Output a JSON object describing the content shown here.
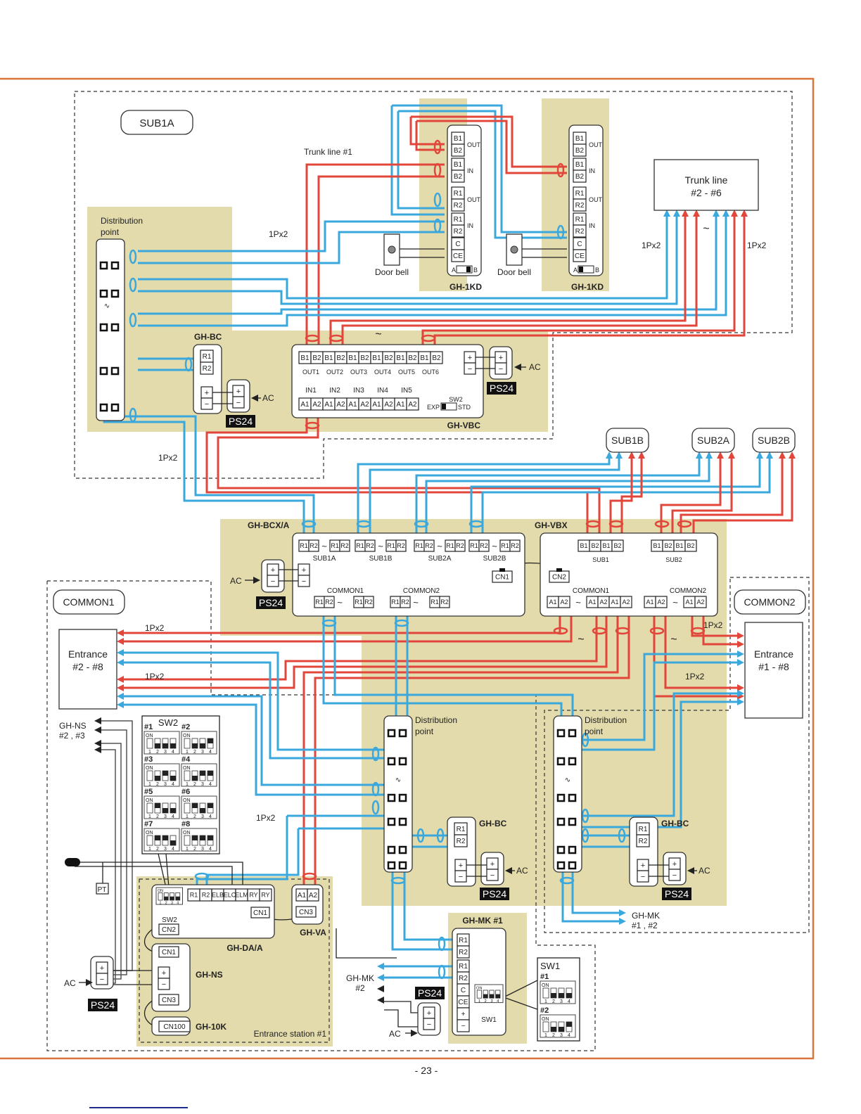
{
  "page": {
    "number_label": "- 23 -",
    "frame_color": "#d9743a"
  },
  "colors": {
    "blue_wire": "#3aa8dc",
    "red_wire": "#e2463a",
    "zone": "#e3dbac"
  },
  "zones": {
    "sub1a": "SUB1A",
    "common1": "COMMON1",
    "common2": "COMMON2",
    "sub1b": "SUB1B",
    "sub2a": "SUB2A",
    "sub2b": "SUB2B"
  },
  "labels": {
    "trunk1": "Trunk line #1",
    "trunk_box_line1": "Trunk line",
    "trunk_box_line2": "#2 - #6",
    "pair": "1Px2",
    "dist_point_1": "Distribution",
    "dist_point_2": "point",
    "door_bell": "Door bell",
    "ac": "AC",
    "ps24": "PS24",
    "tilde": "~",
    "entrance_left_1": "Entrance",
    "entrance_left_2": "#2 - #8",
    "entrance_right_1": "Entrance",
    "entrance_right_2": "#1 - #8",
    "ghns_out_1": "GH-NS",
    "ghns_out_2": "#2 , #3",
    "ghmk_out_1": "GH-MK",
    "ghmk_out_2": "#1 , #2",
    "ghmk2_1": "GH-MK",
    "ghmk2_2": "#2",
    "pt": "PT",
    "entrance_station": "Entrance station #1"
  },
  "devices": {
    "gh1kd": "GH-1KD",
    "ghbc": "GH-BC",
    "ghvbc": "GH-VBC",
    "ghbcx": "GH-BCX/A",
    "ghvbx": "GH-VBX",
    "ghdaa": "GH-DA/A",
    "ghva": "GH-VA",
    "ghns": "GH-NS",
    "gh10k": "GH-10K",
    "ghmk1": "GH-MK #1"
  },
  "gh1kd_terminals": [
    "B1",
    "B2",
    "B1",
    "B2",
    "R1",
    "R2",
    "R1",
    "R2",
    "C",
    "CE"
  ],
  "gh1kd_groups": [
    "OUT",
    "IN",
    "OUT",
    "IN"
  ],
  "gh1kd_switch": {
    "a": "A",
    "b": "B"
  },
  "ghvbc": {
    "outs": [
      "OUT1",
      "OUT2",
      "OUT3",
      "OUT4",
      "OUT5",
      "OUT6"
    ],
    "ins": [
      "IN1",
      "IN2",
      "IN3",
      "IN4",
      "IN5"
    ],
    "b": [
      "B1",
      "B2"
    ],
    "a": [
      "A1",
      "A2"
    ],
    "sw2": "SW2",
    "exp": "EXP",
    "std": "STD"
  },
  "ghbcx": {
    "subs": [
      "SUB1A",
      "SUB1B",
      "SUB2A",
      "SUB2B"
    ],
    "commons": [
      "COMMON1",
      "COMMON2"
    ],
    "r": [
      "R1",
      "R2"
    ],
    "cn1": "CN1"
  },
  "ghvbx": {
    "subs": [
      "SUB1",
      "SUB2"
    ],
    "commons": [
      "COMMON1",
      "COMMON2"
    ],
    "cn2": "CN2"
  },
  "ghdaa_terminals": [
    "R1",
    "R2",
    "ELB",
    "ELC",
    "ELM",
    "RY",
    "RY"
  ],
  "connectors": {
    "cn1": "CN1",
    "cn2": "CN2",
    "cn3": "CN3",
    "cn100": "CN100"
  },
  "sw2_panel": {
    "title": "SW2",
    "on": "ON",
    "settings": [
      {
        "id": "#1",
        "on": [
          false,
          false,
          false,
          false
        ]
      },
      {
        "id": "#2",
        "on": [
          false,
          false,
          false,
          true
        ]
      },
      {
        "id": "#3",
        "on": [
          false,
          false,
          true,
          false
        ]
      },
      {
        "id": "#4",
        "on": [
          false,
          false,
          true,
          true
        ]
      },
      {
        "id": "#5",
        "on": [
          false,
          true,
          false,
          false
        ]
      },
      {
        "id": "#6",
        "on": [
          false,
          true,
          false,
          true
        ]
      },
      {
        "id": "#7",
        "on": [
          false,
          true,
          true,
          false
        ]
      },
      {
        "id": "#8",
        "on": [
          false,
          true,
          true,
          true
        ]
      }
    ]
  },
  "ghdaa_sw2": {
    "label": "SW2",
    "on": [
      false,
      false,
      false,
      false
    ]
  },
  "ghmk_terminals": [
    "R1",
    "R2",
    "R1",
    "R2",
    "C",
    "CE",
    "+",
    "−"
  ],
  "sw1_panel": {
    "title": "SW1",
    "on": "ON",
    "settings": [
      {
        "id": "#1",
        "on": [
          false,
          false,
          false,
          false
        ]
      },
      {
        "id": "#2",
        "on": [
          false,
          false,
          false,
          true
        ]
      }
    ]
  },
  "ghmk_sw1": {
    "label": "SW1",
    "on": [
      false,
      false,
      false,
      false
    ]
  },
  "plus": "+",
  "minus": "−",
  "dip_numbers": [
    "1",
    "2",
    "3",
    "4"
  ]
}
